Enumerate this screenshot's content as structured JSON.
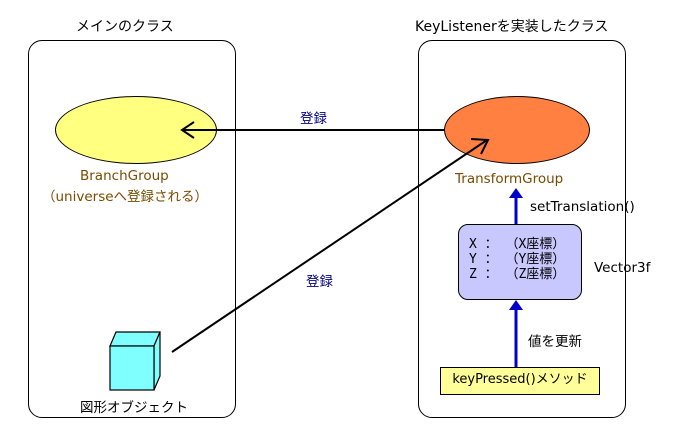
{
  "left_panel": {
    "title": "メインのクラス"
  },
  "right_panel": {
    "title": "KeyListenerを実装したクラス"
  },
  "branch_group": {
    "line1": "BranchGroup",
    "line2": "（universeへ登録される）"
  },
  "transform_group": {
    "label": "TransformGroup"
  },
  "shape_object": {
    "label": "図形オブジェクト"
  },
  "edges": {
    "register_top": "登録",
    "register_diag": "登録",
    "set_translation": "setTranslation()",
    "update_value": "値を更新"
  },
  "vector": {
    "label": "Vector3f",
    "rows": [
      "X ： （X座標）",
      "Y ： （Y座標）",
      "Z ： （Z座標）"
    ]
  },
  "key_pressed": {
    "label": "keyPressed()メソッド"
  },
  "colors": {
    "branch_fill": "#ffff80",
    "transform_fill": "#ff8040",
    "cube_fill": "#80ffff",
    "vector_fill": "#c8c8ff",
    "key_fill": "#ffff99",
    "edge_black": "#000000",
    "edge_blue": "#0000cc"
  }
}
